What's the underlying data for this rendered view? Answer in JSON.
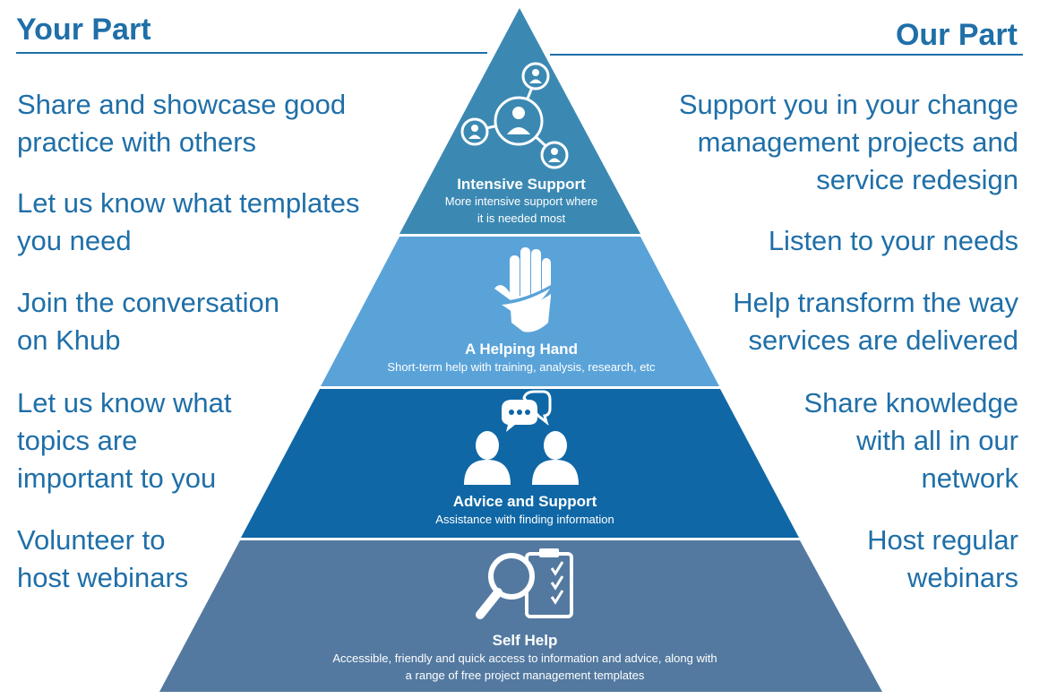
{
  "left": {
    "heading": "Your Part",
    "items": [
      {
        "line1": "Share and showcase good",
        "line2": "practice with others"
      },
      {
        "line1": "Let us know what templates",
        "line2": "you need"
      },
      {
        "line1": "Join the conversation",
        "line2": "on Khub"
      },
      {
        "line1": "Let us know what",
        "line2": "topics are",
        "line3": "important to you"
      },
      {
        "line1": "Volunteer to",
        "line2": "host webinars"
      }
    ]
  },
  "right": {
    "heading": "Our Part",
    "items": [
      {
        "line1": "Support you in your change",
        "line2": "management projects and",
        "line3": "service redesign"
      },
      {
        "line1": "Listen to your needs"
      },
      {
        "line1": "Help transform the way",
        "line2": "services are delivered"
      },
      {
        "line1": "Share knowledge",
        "line2": "with all in our",
        "line3": "network"
      },
      {
        "line1": "Host regular",
        "line2": "webinars"
      }
    ]
  },
  "pyramid": {
    "tiers": [
      {
        "title": "Intensive Support",
        "desc1": "More intensive support where",
        "desc2": "it is needed most",
        "color": "#3b89b3",
        "icon": "network-people-icon"
      },
      {
        "title": "A Helping Hand",
        "desc1": "Short-term help with training, analysis, research, etc",
        "color": "#5aa3d9",
        "icon": "helping-hand-icon"
      },
      {
        "title": "Advice and Support",
        "desc1": "Assistance with finding information",
        "color": "#0f67a6",
        "icon": "conversation-people-icon"
      },
      {
        "title": "Self Help",
        "desc1": "Accessible, friendly and quick access to information and advice, along with",
        "desc2": "a range of free project management templates",
        "color": "#5379a0",
        "icon": "search-checklist-icon"
      }
    ]
  },
  "colors": {
    "text": "#1f6fa8"
  }
}
